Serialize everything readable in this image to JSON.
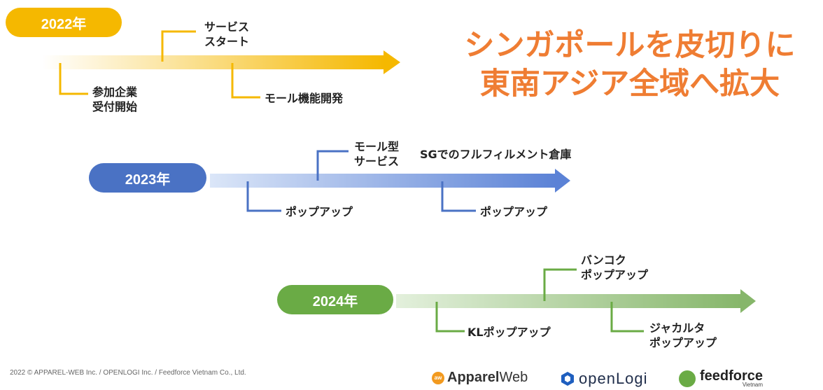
{
  "headline": "シンガポールを皮切りに\n東南アジア全域へ拡大",
  "timelines": [
    {
      "year": "2022年",
      "color": "#f5b800",
      "events": [
        {
          "label": "サービス\nスタート",
          "side": "above"
        },
        {
          "label": "参加企業\n受付開始",
          "side": "below"
        },
        {
          "label": "モール機能開発",
          "side": "below"
        }
      ]
    },
    {
      "year": "2023年",
      "color": "#4a72c4",
      "events": [
        {
          "label": "モール型\nサービス",
          "side": "above"
        },
        {
          "label": "SGでのフルフィルメント倉庫",
          "side": "above"
        },
        {
          "label": "ポップアップ",
          "side": "below"
        },
        {
          "label": "ポップアップ",
          "side": "below"
        }
      ]
    },
    {
      "year": "2024年",
      "color": "#6aab45",
      "events": [
        {
          "label": "バンコク\nポップアップ",
          "side": "above"
        },
        {
          "label": "KLポップアップ",
          "side": "below"
        },
        {
          "label": "ジャカルタ\nポップアップ",
          "side": "below"
        }
      ]
    }
  ],
  "footer": {
    "copyright": "2022 © APPAREL-WEB Inc. / OPENLOGI Inc. / Feedforce Vietnam Co., Ltd.",
    "logos": [
      {
        "badge": "aw",
        "bold": "Apparel",
        "light": "Web"
      },
      {
        "name": "openLogi"
      },
      {
        "name": "feedforce",
        "sub": "Vietnam"
      }
    ]
  }
}
